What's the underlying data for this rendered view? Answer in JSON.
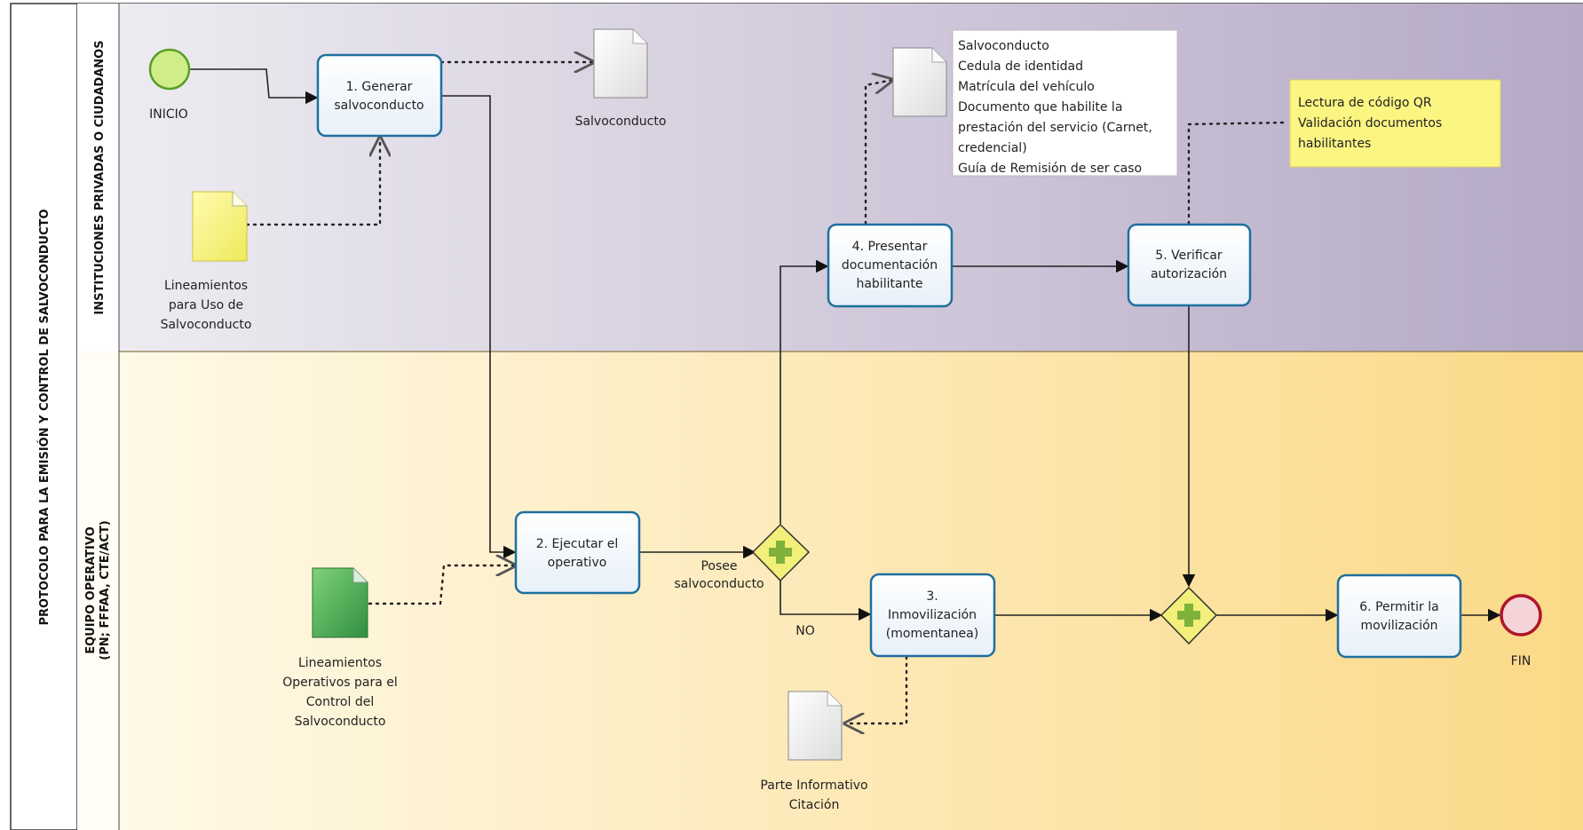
{
  "pool": {
    "title": "PROTOCOLO PARA LA  EMISIÓN Y CONTROL DE SALVOCONDUCTO"
  },
  "lanes": {
    "top": {
      "title": "INSTITUCIONES PRIVADAS O CIUDADANOS"
    },
    "bottom": {
      "title_line1": "EQUIPO OPERATIVO",
      "title_line2": "(PN; FFFAA, CTE/ACT)"
    }
  },
  "events": {
    "start": {
      "label": "INICIO"
    },
    "end": {
      "label": "FIN"
    }
  },
  "tasks": {
    "t1": {
      "line1": "1. Generar",
      "line2": "salvoconducto"
    },
    "t2": {
      "line1": "2.  Ejecutar el",
      "line2": "operativo"
    },
    "t3": {
      "line1": "3.",
      "line2": "Inmovilización",
      "line3": "(momentanea)"
    },
    "t4": {
      "line1": "4. Presentar",
      "line2": "documentación",
      "line3": "habilitante"
    },
    "t5": {
      "line1": "5. Verificar",
      "line2": "autorización"
    },
    "t6": {
      "line1": "6. Permitir  la",
      "line2": "movilización"
    }
  },
  "documents": {
    "salvoconducto": {
      "label": "Salvoconducto"
    },
    "lineamientos_uso": {
      "line1": "Lineamientos",
      "line2": "para Uso de",
      "line3": "Salvoconducto"
    },
    "lineamientos_operativos": {
      "line1": "Lineamientos",
      "line2": "Operativos para el",
      "line3": "Control del",
      "line4": "Salvoconducto"
    },
    "parte_informativo": {
      "line1": "Parte Informativo",
      "line2": "Citación"
    }
  },
  "annotations": {
    "docs_list": {
      "lines": [
        "Salvoconducto",
        "Cedula de identidad",
        "Matrícula del vehículo",
        "Documento que habilite la",
        "prestación del servicio (Carnet,",
        "credencial)",
        "Guía de Remisión de ser caso"
      ]
    },
    "qr_note": {
      "lines": [
        "Lectura de código QR",
        "Validación documentos",
        "habilitantes"
      ]
    }
  },
  "flow_labels": {
    "posee_line1": "Posee",
    "posee_line2": "salvoconducto",
    "no": "NO"
  },
  "colors": {
    "lane_top": "#cdc6d8",
    "lane_bottom": "#fde7b0",
    "task_border": "#1f6f9e",
    "gateway_fill": "#f2ef7a",
    "gateway_plus": "#7fb23a",
    "start_fill": "#cfee8a",
    "start_stroke": "#5aa024",
    "end_fill": "#f5d4d8",
    "end_stroke": "#b0152a",
    "note_yellow": "#fbf582",
    "doc_green": "#3aa24a"
  }
}
